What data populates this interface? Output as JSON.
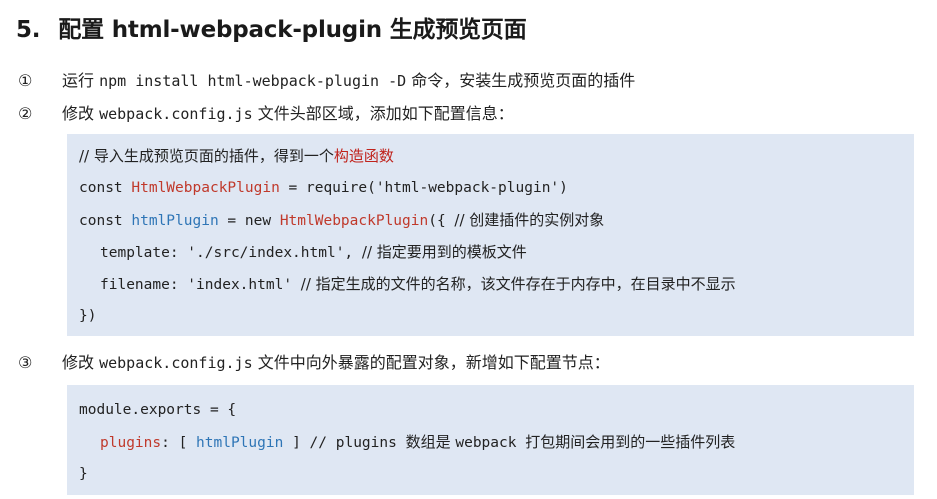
{
  "heading": {
    "number": "5.",
    "title": "配置 html-webpack-plugin 生成预览页面"
  },
  "steps": [
    {
      "marker": "①",
      "prefix": "运行 ",
      "code": "npm install html-webpack-plugin -D",
      "suffix": " 命令，安装生成预览页面的插件"
    },
    {
      "marker": "②",
      "prefix": "修改 ",
      "code": "webpack.config.js",
      "suffix": " 文件头部区域，添加如下配置信息："
    },
    {
      "marker": "③",
      "prefix": "修改 ",
      "code": "webpack.config.js",
      "suffix": " 文件中向外暴露的配置对象，新增如下配置节点："
    }
  ],
  "code_block_1": {
    "line1_comment": "// 导入生成预览页面的插件，得到一个",
    "line1_highlight": "构造函数",
    "line2_const": "const ",
    "line2_class": "HtmlWebpackPlugin",
    "line2_rest": " = require('html-webpack-plugin')",
    "line3_const": "const ",
    "line3_var": "htmlPlugin",
    "line3_eq_new": " = new ",
    "line3_class": "HtmlWebpackPlugin",
    "line3_open": "({ ",
    "line3_comment": "// 创建插件的实例对象",
    "line4_code": "template: './src/index.html', ",
    "line4_comment": "// 指定要用到的模板文件",
    "line5_code": "filename: 'index.html' ",
    "line5_comment": "// 指定生成的文件的名称，该文件存在于内存中，在目录中不显示",
    "line6": "})"
  },
  "code_block_2": {
    "line1": "module.exports = {",
    "line2_key": "plugins",
    "line2_open": ": [ ",
    "line2_var": "htmlPlugin",
    "line2_close": " ] ",
    "line2_comment_a": "// plugins ",
    "line2_comment_b": "数组是 ",
    "line2_comment_c": "webpack ",
    "line2_comment_d": "打包期间会用到的一些插件列表",
    "line3": "}"
  }
}
